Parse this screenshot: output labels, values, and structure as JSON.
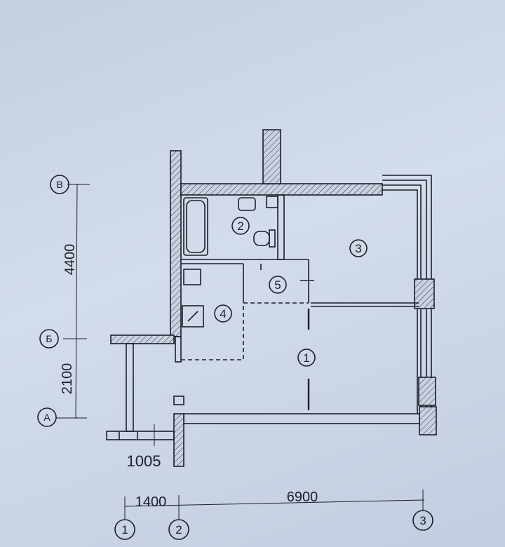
{
  "plan": {
    "rooms": [
      {
        "number": "1"
      },
      {
        "number": "2"
      },
      {
        "number": "3"
      },
      {
        "number": "4"
      },
      {
        "number": "5"
      }
    ],
    "axes_letters": [
      "В",
      "Б",
      "А"
    ],
    "axes_numbers": [
      "1",
      "2",
      "3"
    ],
    "dimensions": {
      "left_upper": "4400",
      "left_lower": "2100",
      "balcony": "1005",
      "bottom_left": "1400",
      "bottom_right": "6900"
    }
  },
  "colors": {
    "ink": "#1c1f2a",
    "paper": "#cdd7e6"
  }
}
